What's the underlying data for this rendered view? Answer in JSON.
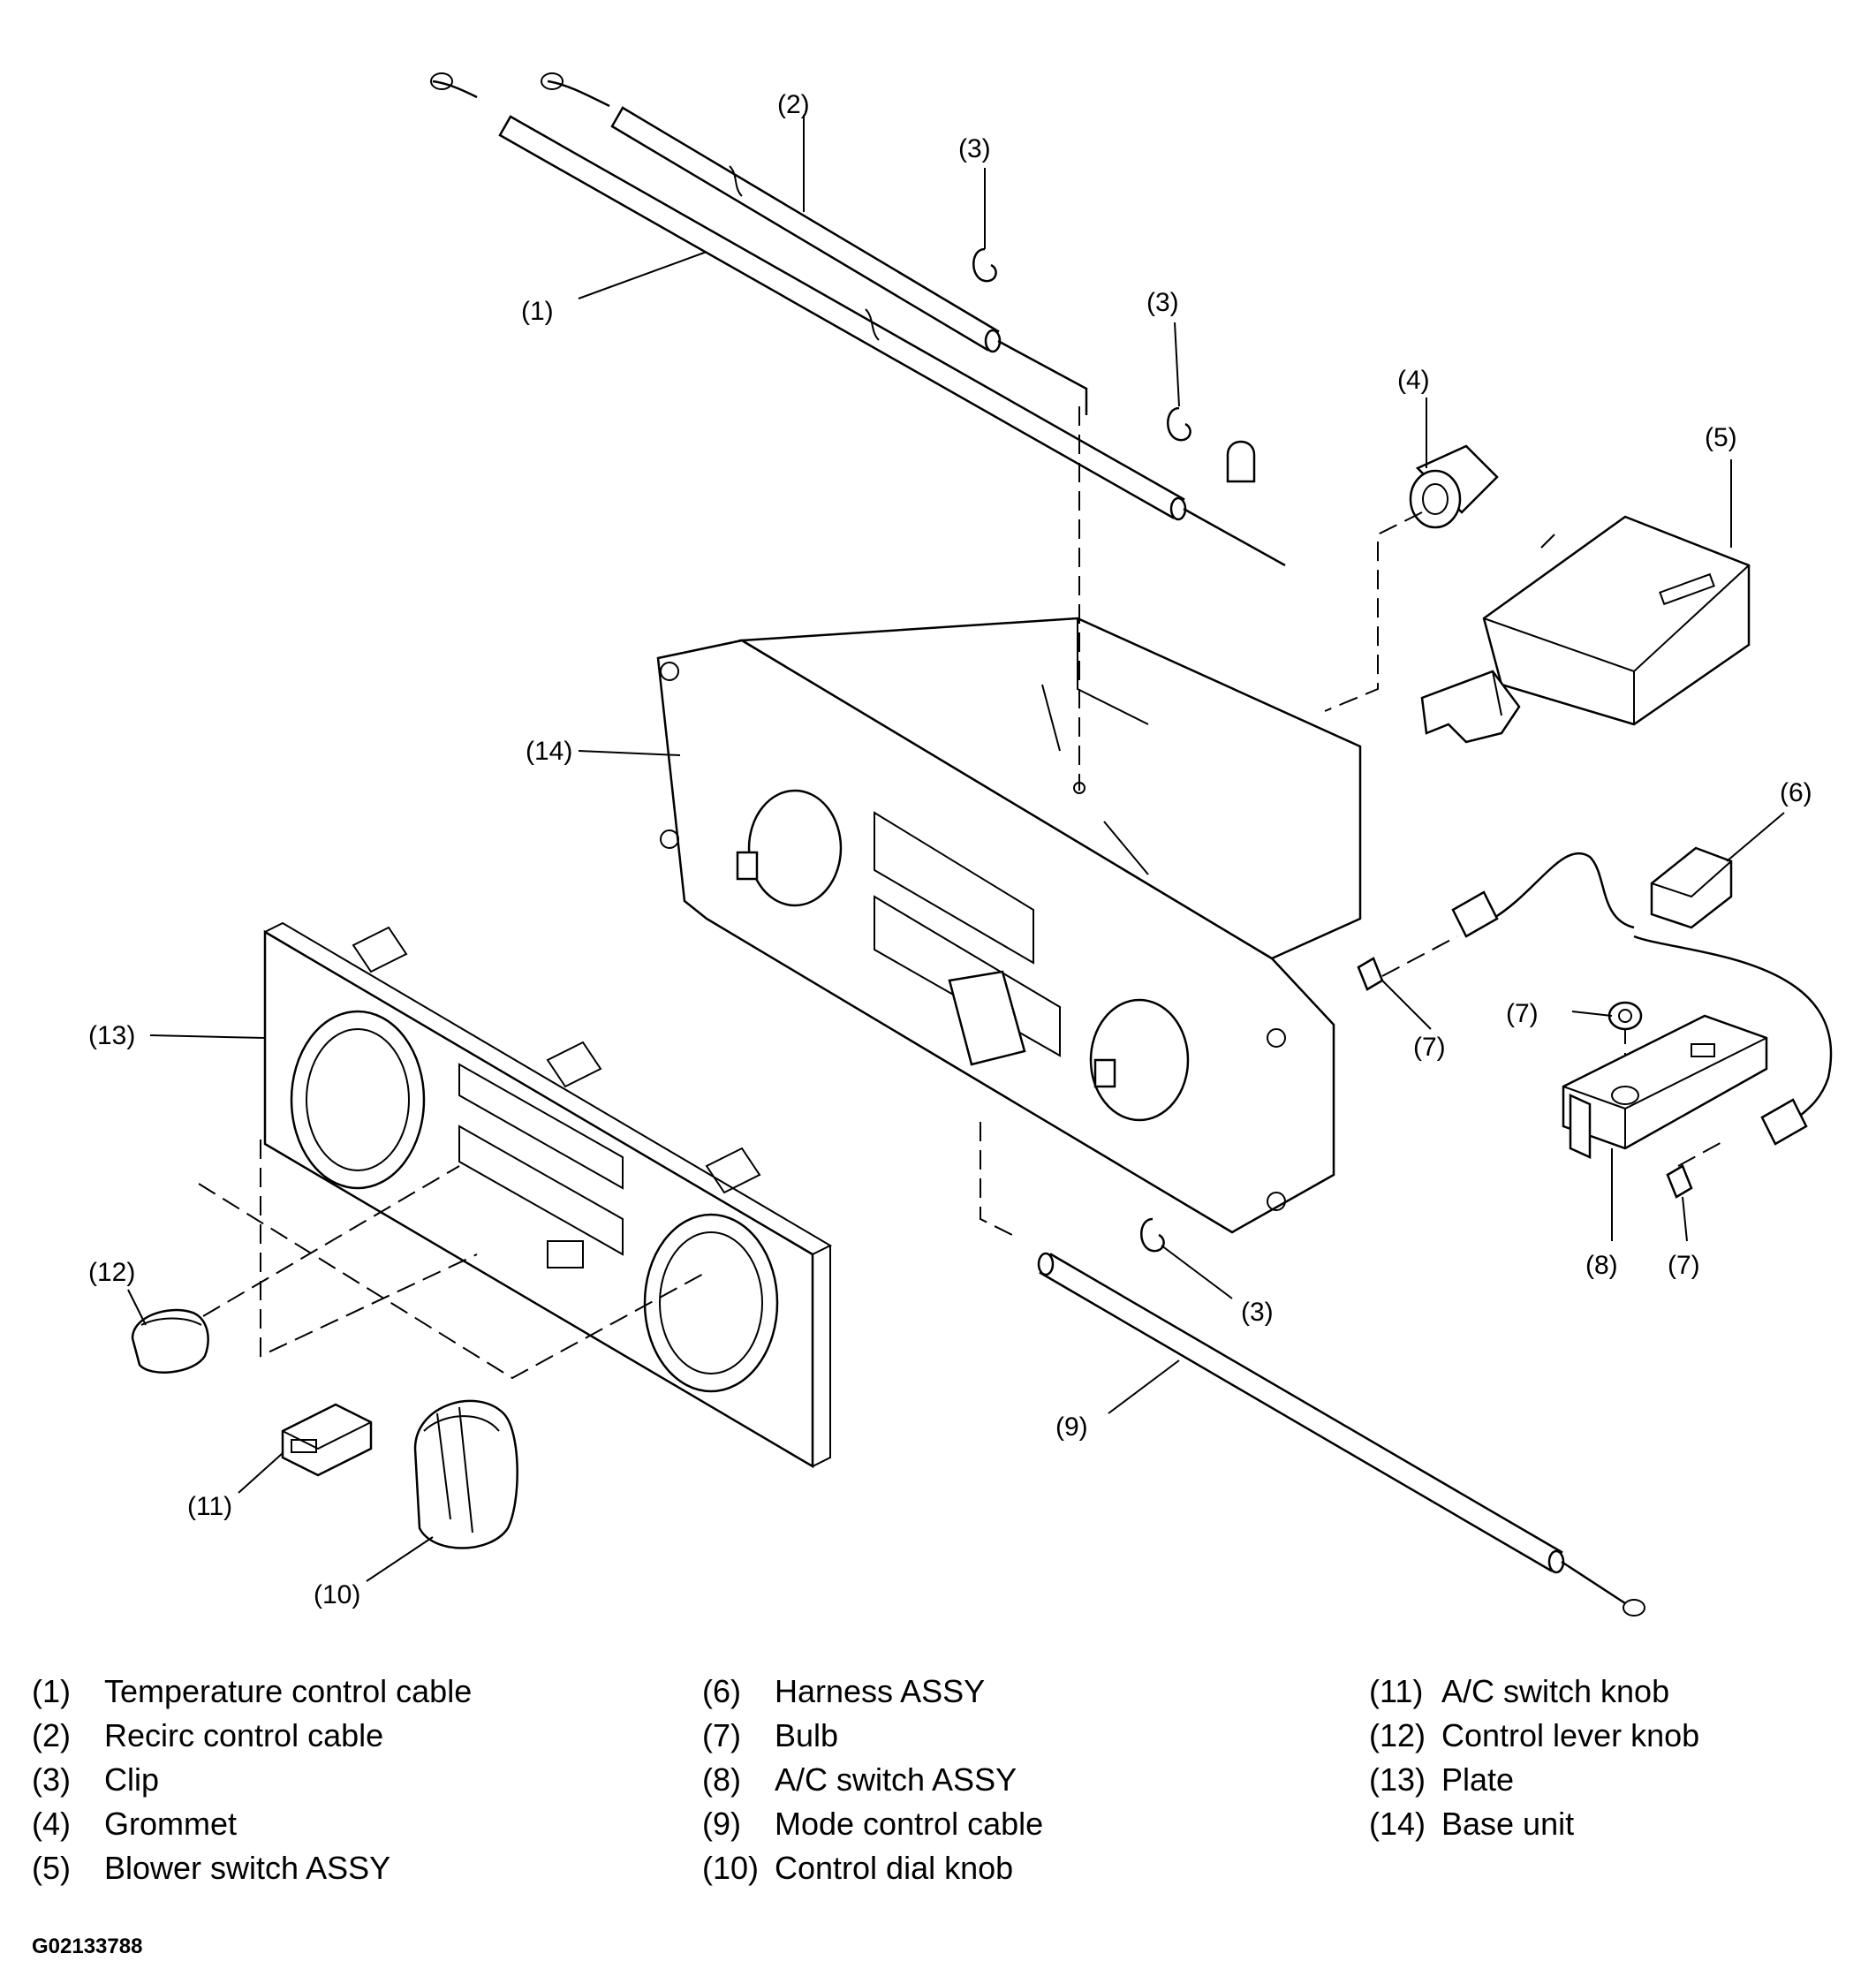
{
  "callouts": {
    "c1": "(1)",
    "c2": "(2)",
    "c3a": "(3)",
    "c3b": "(3)",
    "c3c": "(3)",
    "c4": "(4)",
    "c5": "(5)",
    "c6": "(6)",
    "c7a": "(7)",
    "c7b": "(7)",
    "c7c": "(7)",
    "c8": "(8)",
    "c9": "(9)",
    "c10": "(10)",
    "c11": "(11)",
    "c12": "(12)",
    "c13": "(13)",
    "c14": "(14)"
  },
  "legend": {
    "col1": [
      {
        "num": "(1)",
        "label": "Temperature control cable"
      },
      {
        "num": "(2)",
        "label": "Recirc control cable"
      },
      {
        "num": "(3)",
        "label": "Clip"
      },
      {
        "num": "(4)",
        "label": "Grommet"
      },
      {
        "num": "(5)",
        "label": "Blower switch ASSY"
      }
    ],
    "col2": [
      {
        "num": "(6)",
        "label": "Harness ASSY"
      },
      {
        "num": "(7)",
        "label": "Bulb"
      },
      {
        "num": "(8)",
        "label": "A/C switch ASSY"
      },
      {
        "num": "(9)",
        "label": "Mode control cable"
      },
      {
        "num": "(10)",
        "label": "Control dial knob"
      }
    ],
    "col3": [
      {
        "num": "(11)",
        "label": "A/C switch knob"
      },
      {
        "num": "(12)",
        "label": "Control lever knob"
      },
      {
        "num": "(13)",
        "label": "Plate"
      },
      {
        "num": "(14)",
        "label": "Base unit"
      }
    ]
  },
  "ref_code": "G02133788"
}
